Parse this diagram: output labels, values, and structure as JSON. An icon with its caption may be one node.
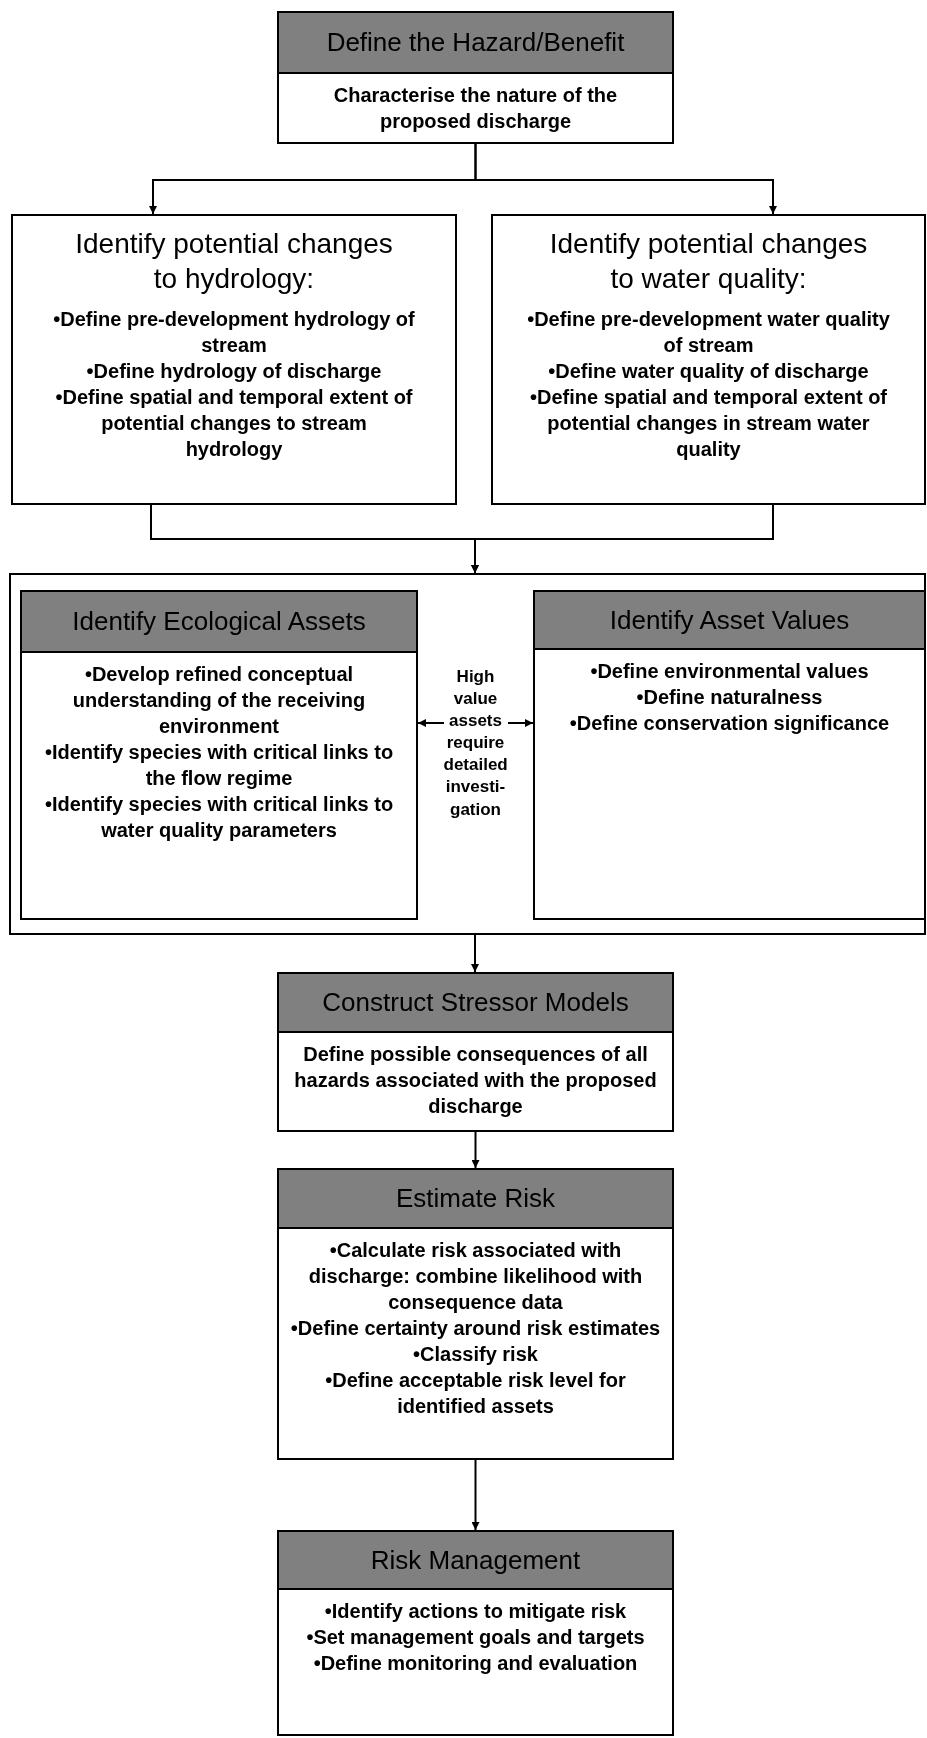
{
  "diagram": {
    "nodes": [
      {
        "text": [
          "Define the Hazard/Benefit",
          "Characterise the nature of the proposed discharge"
        ]
      },
      {
        "text": [
          "Identify potential changes to hydrology:",
          "•Define pre-development hydrology of stream",
          "•Define hydrology of discharge",
          "•Define spatial and temporal extent of potential changes to stream hydrology"
        ]
      },
      {
        "text": [
          "Identify potential changes to water quality:",
          "•Define pre-development water quality of stream",
          "•Define water quality of discharge",
          "•Define spatial and temporal extent of potential changes in stream water quality"
        ]
      },
      {
        "text": [],
        "shape": "box"
      },
      {
        "text": [
          "Identify Ecological Assets",
          "•Develop refined conceptual understanding of the receiving environment",
          "•Identify species with critical links to the flow regime",
          "•Identify species with critical links to water quality parameters"
        ],
        "in": 3
      },
      {
        "text": [
          "Identify Asset Values",
          "•Define environmental values",
          "•Define naturalness",
          "•Define conservation significance"
        ],
        "in": 3
      },
      {
        "text": [
          "Construct Stressor Models",
          "Define possible consequences of all hazards associated with the proposed discharge"
        ]
      },
      {
        "text": [
          "Estimate Risk",
          "•Calculate risk associated with discharge: combine likelihood with consequence data",
          "•Define certainty around risk estimates",
          "•Classify risk",
          "•Define acceptable risk level for identified assets"
        ]
      },
      {
        "text": [
          "Risk Management",
          "•Identify actions to mitigate risk",
          "•Set management goals and targets",
          "•Define monitoring and evaluation"
        ]
      }
    ],
    "edges": [
      {
        "from": 0,
        "to": 1,
        "arrow": "to"
      },
      {
        "from": 0,
        "to": 2,
        "arrow": "to"
      },
      {
        "from": 1,
        "to": 3,
        "arrow": "to"
      },
      {
        "from": 2,
        "to": 3,
        "arrow": "to"
      },
      {
        "from": 4,
        "to": 5,
        "arrow": "both",
        "label": "High value assets require detailed investi-gation"
      },
      {
        "from": 3,
        "to": 6,
        "arrow": "to"
      },
      {
        "from": 6,
        "to": 7,
        "arrow": "to"
      },
      {
        "from": 7,
        "to": 8,
        "arrow": "to"
      }
    ]
  }
}
